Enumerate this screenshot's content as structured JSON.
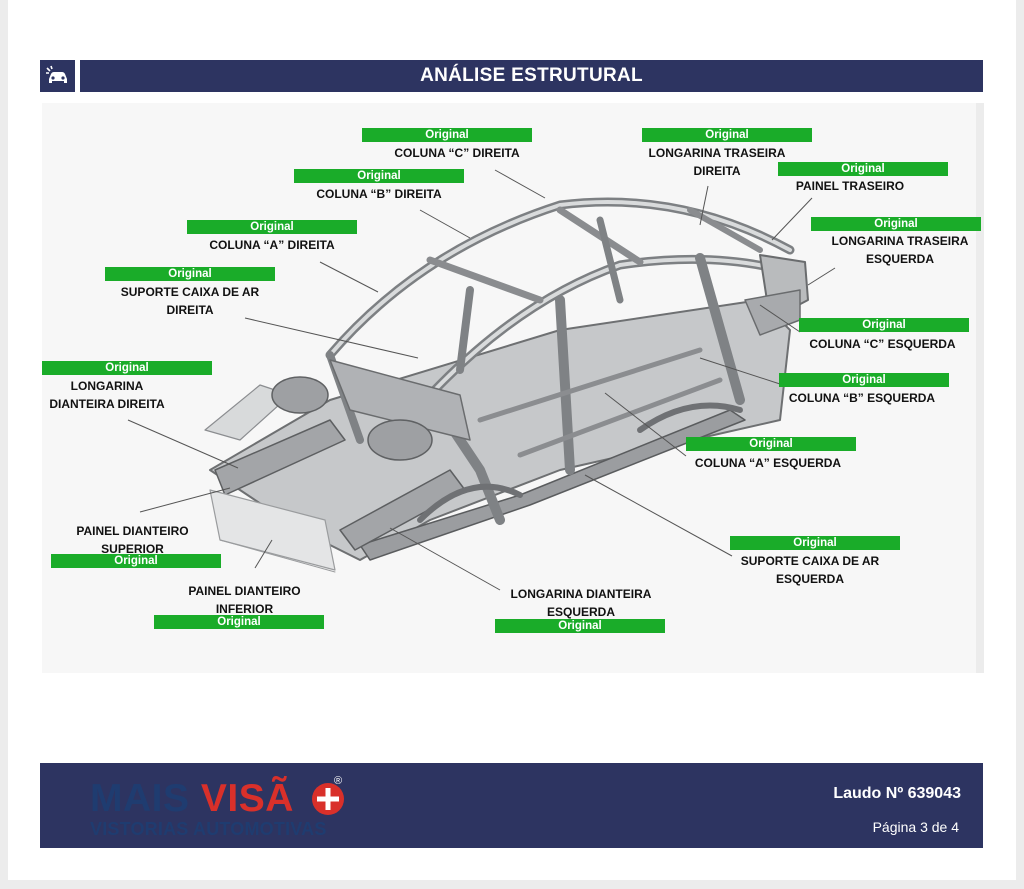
{
  "header": {
    "title": "ANÁLISE ESTRUTURAL",
    "icon": "car-crash-icon"
  },
  "parts": [
    {
      "name": "COLUNA “C” DIREITA",
      "status": "Original"
    },
    {
      "name": "COLUNA “B” DIREITA",
      "status": "Original"
    },
    {
      "name": "COLUNA “A” DIREITA",
      "status": "Original"
    },
    {
      "name": "SUPORTE CAIXA DE AR\nDIREITA",
      "status": "Original"
    },
    {
      "name": "LONGARINA\nDIANTEIRA DIREITA",
      "status": "Original"
    },
    {
      "name": "PAINEL DIANTEIRO\nSUPERIOR",
      "status": "Original"
    },
    {
      "name": "PAINEL DIANTEIRO\nINFERIOR",
      "status": "Original"
    },
    {
      "name": "LONGARINA DIANTEIRA\nESQUERDA",
      "status": "Original"
    },
    {
      "name": "LONGARINA TRASEIRA\nDIREITA",
      "status": "Original"
    },
    {
      "name": "PAINEL TRASEIRO",
      "status": "Original"
    },
    {
      "name": "LONGARINA TRASEIRA\nESQUERDA",
      "status": "Original"
    },
    {
      "name": "COLUNA “C” ESQUERDA",
      "status": "Original"
    },
    {
      "name": "COLUNA “B” ESQUERDA",
      "status": "Original"
    },
    {
      "name": "COLUNA “A” ESQUERDA",
      "status": "Original"
    },
    {
      "name": "SUPORTE CAIXA DE AR\nESQUERDA",
      "status": "Original"
    }
  ],
  "footer": {
    "brand_part1": "MAIS ",
    "brand_part2": "VISÃ",
    "brand_sub": "VISTORIAS AUTOMOTIVAS",
    "registered": "®",
    "report_number": "Laudo Nº 639043",
    "page": "Página 3 de 4"
  },
  "colors": {
    "navy": "#2d3461",
    "status_green": "#1aac29",
    "brand_red": "#d9302a",
    "brand_blue": "#1f3c70"
  }
}
